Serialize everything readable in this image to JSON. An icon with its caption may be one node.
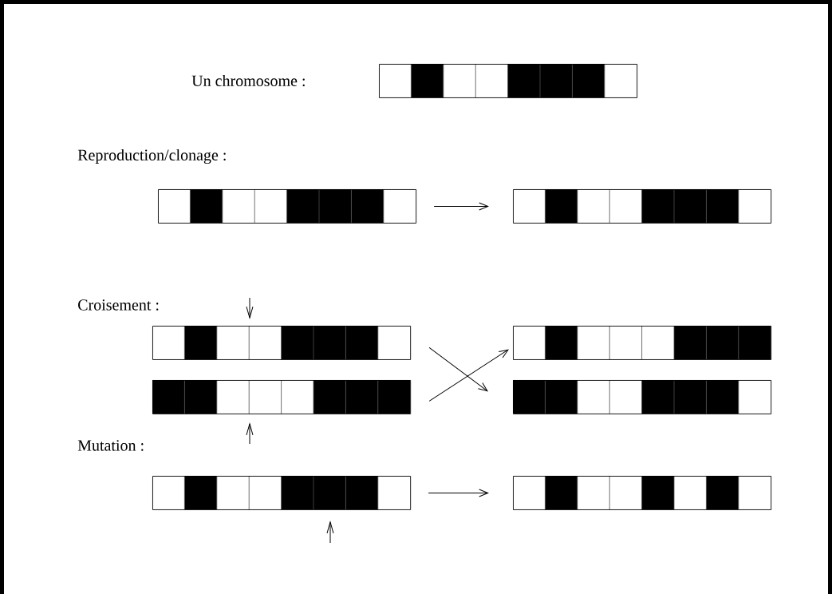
{
  "diagram": {
    "nodes": [
      {
        "text": [],
        "shape": "bar"
      },
      {
        "text": [],
        "shape": "bar"
      },
      {
        "text": [],
        "shape": "bar"
      },
      {
        "text": [],
        "shape": "bar"
      },
      {
        "text": [],
        "shape": "bar"
      },
      {
        "text": [],
        "shape": "bar"
      },
      {
        "text": [],
        "shape": "bar"
      },
      {
        "text": [],
        "shape": "bar"
      },
      {
        "text": [],
        "shape": "bar"
      }
    ],
    "edges": [
      {
        "from": 1,
        "to": 2,
        "arrow": "to"
      },
      {
        "from": 3,
        "to": 6,
        "arrow": "to"
      },
      {
        "from": 5,
        "to": 4,
        "arrow": "to"
      },
      {
        "from": 7,
        "to": 8,
        "arrow": "to"
      }
    ],
    "labels": [
      "Un chromosome :",
      "Reproduction/clonage :",
      "Croisement :",
      "Mutation :"
    ]
  }
}
